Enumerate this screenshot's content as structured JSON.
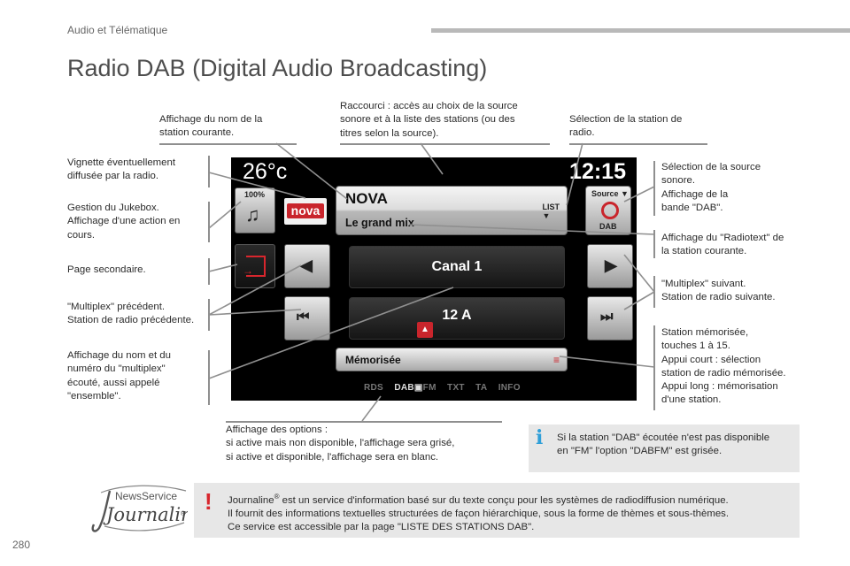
{
  "header": {
    "section": "Audio et Télématique",
    "title": "Radio DAB (Digital Audio Broadcasting)"
  },
  "annotations": {
    "station_name": [
      "Affichage du nom de la",
      "station courante."
    ],
    "shortcut": [
      "Raccourci : accès au choix de la source",
      "sonore et à la liste des stations (ou des",
      "titres selon la source)."
    ],
    "select_station": [
      "Sélection de la station de",
      "radio."
    ],
    "logo": [
      "Vignette éventuellement",
      "diffusée par la radio."
    ],
    "jukebox": [
      "Gestion du Jukebox.",
      "Affichage d'une action en",
      "cours."
    ],
    "secondary_page": [
      "Page secondaire."
    ],
    "prev_multiplex": [
      "\"Multiplex\" précédent.",
      "Station de radio précédente."
    ],
    "multiplex_name": [
      "Affichage du nom et du",
      "numéro du \"multiplex\"",
      "écouté, aussi appelé",
      "\"ensemble\"."
    ],
    "source": [
      "Sélection de la source",
      "sonore.",
      "Affichage de la",
      "bande \"DAB\"."
    ],
    "radiotext": [
      "Affichage du \"Radiotext\" de",
      "la station courante."
    ],
    "next_multiplex": [
      "\"Multiplex\" suivant.",
      "Station de radio suivante."
    ],
    "memorized": [
      "Station mémorisée,",
      "touches 1 à 15.",
      "Appui court : sélection",
      "station de radio mémorisée.",
      "Appui long : mémorisation",
      "d'une station."
    ],
    "options": [
      "Affichage des options :",
      "si active mais non disponible, l'affichage sera grisé,",
      "si active et disponible, l'affichage sera en blanc."
    ]
  },
  "screen": {
    "temperature": "26°c",
    "clock": "12:15",
    "jukebox_label": "100%",
    "station_logo": "nova",
    "station_name": "NOVA",
    "radiotext": "Le grand mix",
    "list_label": "LIST",
    "source_label": "Source ▼",
    "band_label": "DAB",
    "channel": "Canal 1",
    "multiplex": "12 A",
    "memorized_label": "Mémorisée",
    "options": {
      "rds": "RDS",
      "dab": "DAB",
      "fm": "FM",
      "txt": "TXT",
      "ta": "TA",
      "info": "INFO"
    }
  },
  "info_box": {
    "icon": "i",
    "text": [
      "Si la station \"DAB\" écoutée n'est pas disponible",
      "en \"FM\" l'option \"DABFM\" est grisée."
    ]
  },
  "warning_box": {
    "icon": "!",
    "brand": "Journaline",
    "reg": "®",
    "line1_rest": " est un service d'information basé sur du texte conçu pour les systèmes de radiodiffusion numérique.",
    "line2": "Il fournit des informations textuelles structurées de façon hiérarchique, sous la forme de thèmes et sous-thèmes.",
    "line3": "Ce service est accessible par la page \"LISTE DES STATIONS DAB\"."
  },
  "logo": {
    "top_text": "NewsService",
    "script_text": "Journaline",
    "reg": "®"
  },
  "page_number": "280",
  "colors": {
    "info_icon": "#2f9fd8",
    "warning_icon": "#d8262d",
    "box_background": "#e7e7e7",
    "screen_background": "#000000"
  }
}
